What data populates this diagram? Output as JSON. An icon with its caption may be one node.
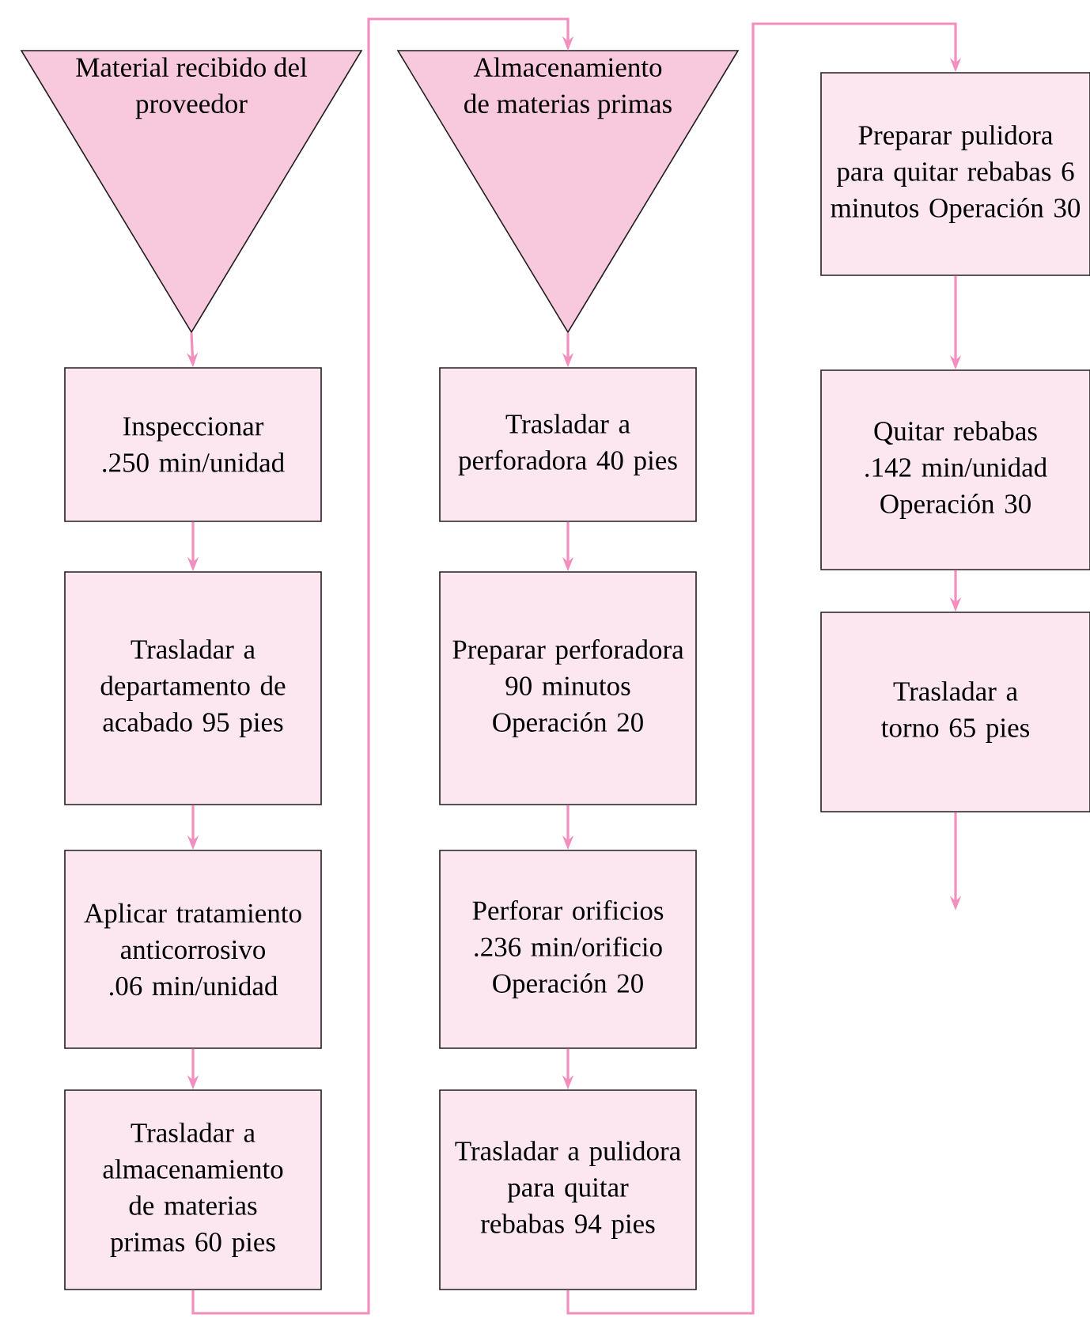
{
  "diagram": {
    "nodes": [
      {
        "text": [
          "Material recibido del proveedor"
        ]
      },
      {
        "text": [
          "Inspeccionar .250 min/unidad"
        ]
      },
      {
        "text": [
          "Trasladar a departamento de acabado 95 pies"
        ]
      },
      {
        "text": [
          "Aplicar tratamiento anticorrosivo .06 min/unidad"
        ]
      },
      {
        "text": [
          "Trasladar a almacenamiento de materias primas 60 pies"
        ]
      },
      {
        "text": [
          "Almacenamiento de materias primas"
        ]
      },
      {
        "text": [
          "Trasladar a perforadora 40 pies"
        ]
      },
      {
        "text": [
          "Preparar perforadora 90 minutos Operación 20"
        ]
      },
      {
        "text": [
          "Perforar orificios .236 min/orificio Operación 20"
        ]
      },
      {
        "text": [
          "Trasladar a pulidora para quitar rebabas 94 pies"
        ]
      },
      {
        "text": [
          "Preparar pulidora para quitar rebabas 6 minutos Operación 30"
        ]
      },
      {
        "text": [
          "Quitar rebabas .142 min/unidad Operación 30"
        ]
      },
      {
        "text": [
          "Trasladar a torno 65 pies"
        ]
      }
    ],
    "edges": [
      {
        "from": 0,
        "to": 1,
        "arrow": "to"
      },
      {
        "from": 1,
        "to": 2,
        "arrow": "to"
      },
      {
        "from": 2,
        "to": 3,
        "arrow": "to"
      },
      {
        "from": 3,
        "to": 4,
        "arrow": "to"
      },
      {
        "from": 4,
        "to": 5,
        "arrow": "to"
      },
      {
        "from": 5,
        "to": 6,
        "arrow": "to"
      },
      {
        "from": 6,
        "to": 7,
        "arrow": "to"
      },
      {
        "from": 7,
        "to": 8,
        "arrow": "to"
      },
      {
        "from": 8,
        "to": 9,
        "arrow": "to"
      },
      {
        "from": 9,
        "to": 10,
        "arrow": "to"
      },
      {
        "from": 10,
        "to": 11,
        "arrow": "to"
      },
      {
        "from": 11,
        "to": 12,
        "arrow": "to"
      },
      {
        "from": 12,
        "to": null,
        "arrow": "to"
      }
    ]
  }
}
